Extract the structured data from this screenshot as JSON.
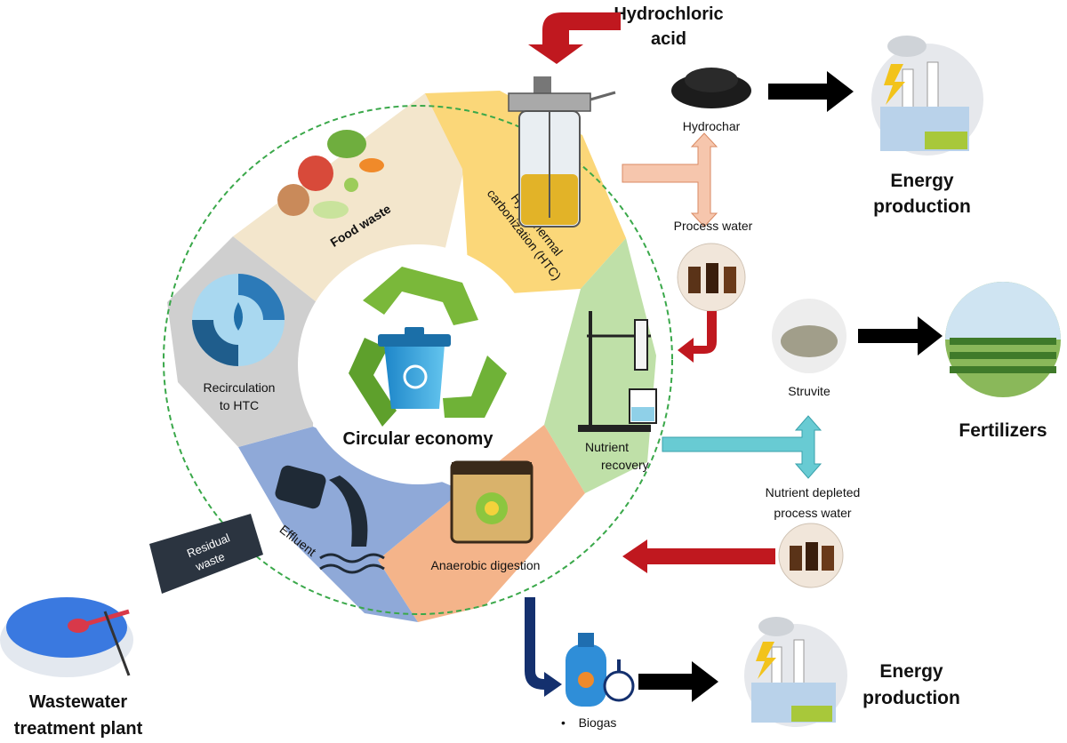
{
  "diagram": {
    "center_label": "Circular economy",
    "segments": {
      "food_waste": "Food waste",
      "htc_line1": "Hydrothermal",
      "htc_line2": "carbonization (HTC)",
      "nutrient_line1": "Nutrient",
      "nutrient_line2": "recovery",
      "anaerobic": "Anaerobic digestion",
      "effluent": "Effluent",
      "recirc_line1": "Recirculation",
      "recirc_line2": "to HTC"
    },
    "residual_line1": "Residual",
    "residual_line2": "waste",
    "wwtp_line1": "Wastewater",
    "wwtp_line2": "treatment plant",
    "inputs": {
      "acid_line1": "Hydrochloric",
      "acid_line2": "acid"
    },
    "products": {
      "hydrochar": "Hydrochar",
      "process_water": "Process water",
      "struvite": "Struvite",
      "depleted_line1": "Nutrient depleted",
      "depleted_line2": "process water",
      "biogas": "Biogas",
      "biogas_bullet": "•"
    },
    "outcomes": {
      "energy_top_line1": "Energy",
      "energy_top_line2": "production",
      "fertilizers": "Fertilizers",
      "energy_bottom_line1": "Energy",
      "energy_bottom_line2": "production"
    },
    "colors": {
      "food_waste": "#f3e6cc",
      "htc": "#fbd779",
      "nutrient": "#bfe0a8",
      "anaerobic": "#f4b48a",
      "effluent": "#8fa9d8",
      "recirc": "#cfcfcf",
      "red_arrow": "#c0181f",
      "teal_arrow": "#68cbd3",
      "peach_arrow": "#f6c6ad",
      "navy_arrow": "#14306e",
      "ring_border": "#3aa84a"
    }
  }
}
